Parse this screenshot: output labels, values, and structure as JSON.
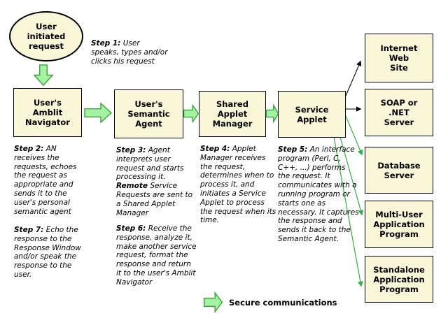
{
  "diagram": {
    "start": {
      "label": "User\ninitiated\nrequest"
    },
    "flow": [
      {
        "label": "User's\nAmblit\nNavigator"
      },
      {
        "label": "User's\nSemantic\nAgent"
      },
      {
        "label": "Shared\nApplet\nManager"
      },
      {
        "label": "Service\nApplet"
      }
    ],
    "targets": [
      {
        "label": "Internet\nWeb\nSite"
      },
      {
        "label": "SOAP or\n.NET\nServer"
      },
      {
        "label": "Database\nServer"
      },
      {
        "label": "Multi-User\nApplication\nProgram"
      },
      {
        "label": "Standalone\nApplication\nProgram"
      }
    ],
    "steps": {
      "s1": {
        "prefix": "Step 1:",
        "text": "User speaks, types and/or clicks his request"
      },
      "s2": {
        "prefix": "Step 2:",
        "text": "AN receives the requests, echoes the request as appropriate and sends it to the user's personal semantic agent"
      },
      "s3": {
        "prefix": "Step 3:",
        "text_a": "Agent interprets user request and starts processing it. ",
        "bold": "Remote",
        "text_b": " Service Requests are sent to a Shared Applet Manager"
      },
      "s4": {
        "prefix": "Step 4:",
        "text": "Applet Manager receives the request, determines when to process it, and initiates a Service Applet to process the request when its time."
      },
      "s5": {
        "prefix": "Step 5:",
        "text": "An interface program (Perl, C, C++, ...) performs the request. It communicates with a running program or starts one as necessary. It captures the response and sends it back to the Semantic Agent."
      },
      "s6": {
        "prefix": "Step 6:",
        "text": "Receive the response, analyze it, make another service request, format the response and return it to the user's Amblit Navigator"
      },
      "s7": {
        "prefix": "Step 7:",
        "text": "Echo the response to the Response Window and/or speak the response to the user."
      }
    },
    "legend": {
      "label": "Secure communications"
    },
    "colors": {
      "box_fill": "#FAF6D8",
      "box_border": "#000000",
      "arrow_fill": "#A5F2A5",
      "arrow_border": "#36A636",
      "secure_green": "#2DB240",
      "line_black": "#000000"
    }
  }
}
